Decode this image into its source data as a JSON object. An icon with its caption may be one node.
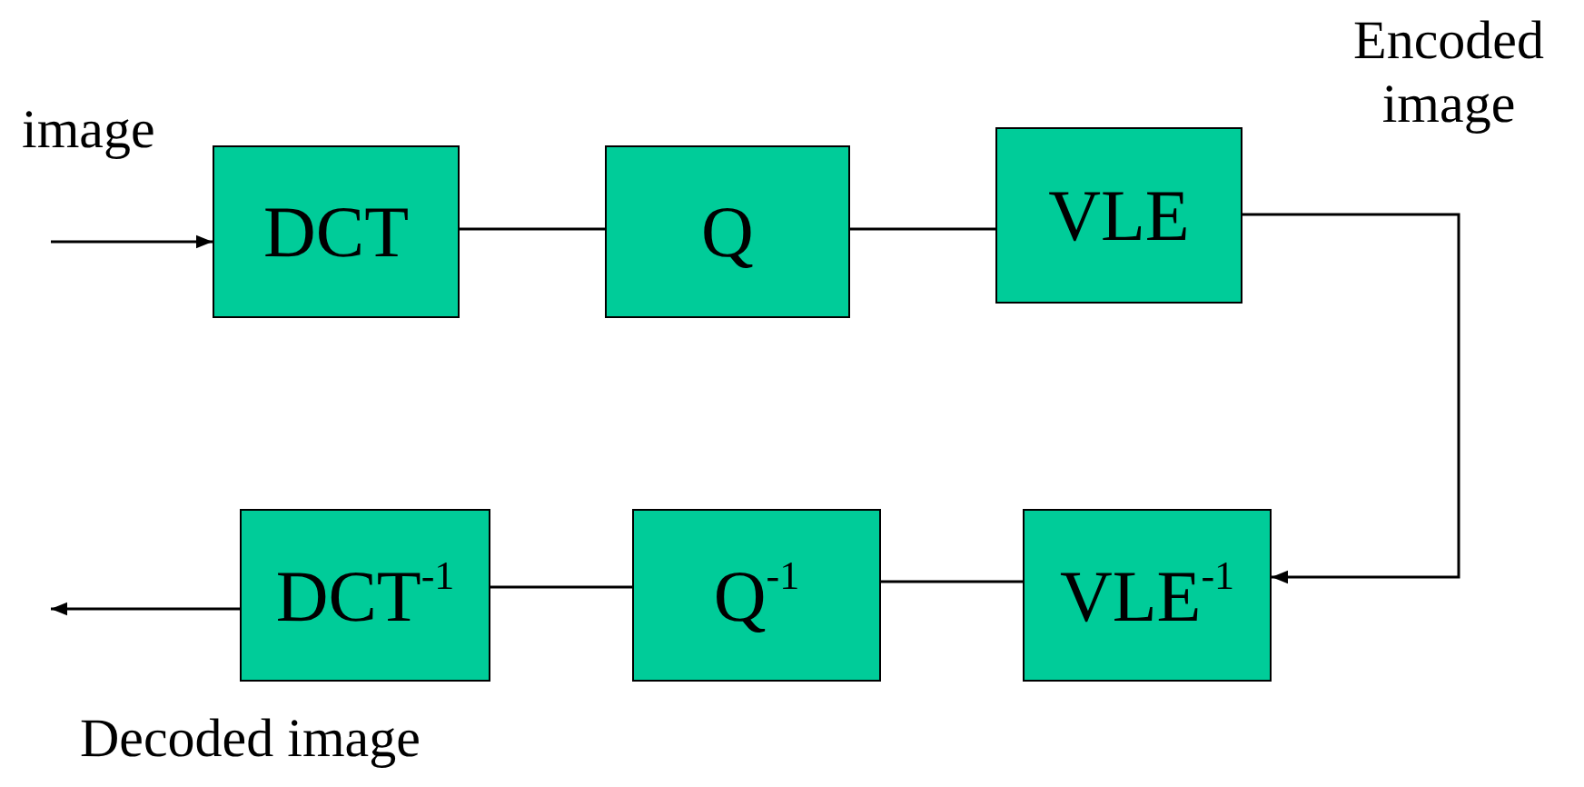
{
  "diagram": {
    "nodes": [
      {
        "text": [
          "DCT"
        ]
      },
      {
        "text": [
          "Q"
        ]
      },
      {
        "text": [
          "VLE"
        ]
      },
      {
        "text": [
          "VLE$^{-1}$"
        ]
      },
      {
        "text": [
          "Q$^{-1}$"
        ]
      },
      {
        "text": [
          "DCT$^{-1}$"
        ]
      }
    ],
    "edges": [
      {
        "from": null,
        "to": 0,
        "arrow": "to"
      },
      {
        "from": 0,
        "to": 1,
        "arrow": "none"
      },
      {
        "from": 1,
        "to": 2,
        "arrow": "none"
      },
      {
        "from": 2,
        "to": 3,
        "arrow": "to"
      },
      {
        "from": 3,
        "to": 4,
        "arrow": "none"
      },
      {
        "from": 4,
        "to": 5,
        "arrow": "none"
      },
      {
        "from": 5,
        "to": null,
        "arrow": "to"
      }
    ],
    "labels": [
      "image",
      "Encoded image",
      "Decoded image"
    ]
  }
}
